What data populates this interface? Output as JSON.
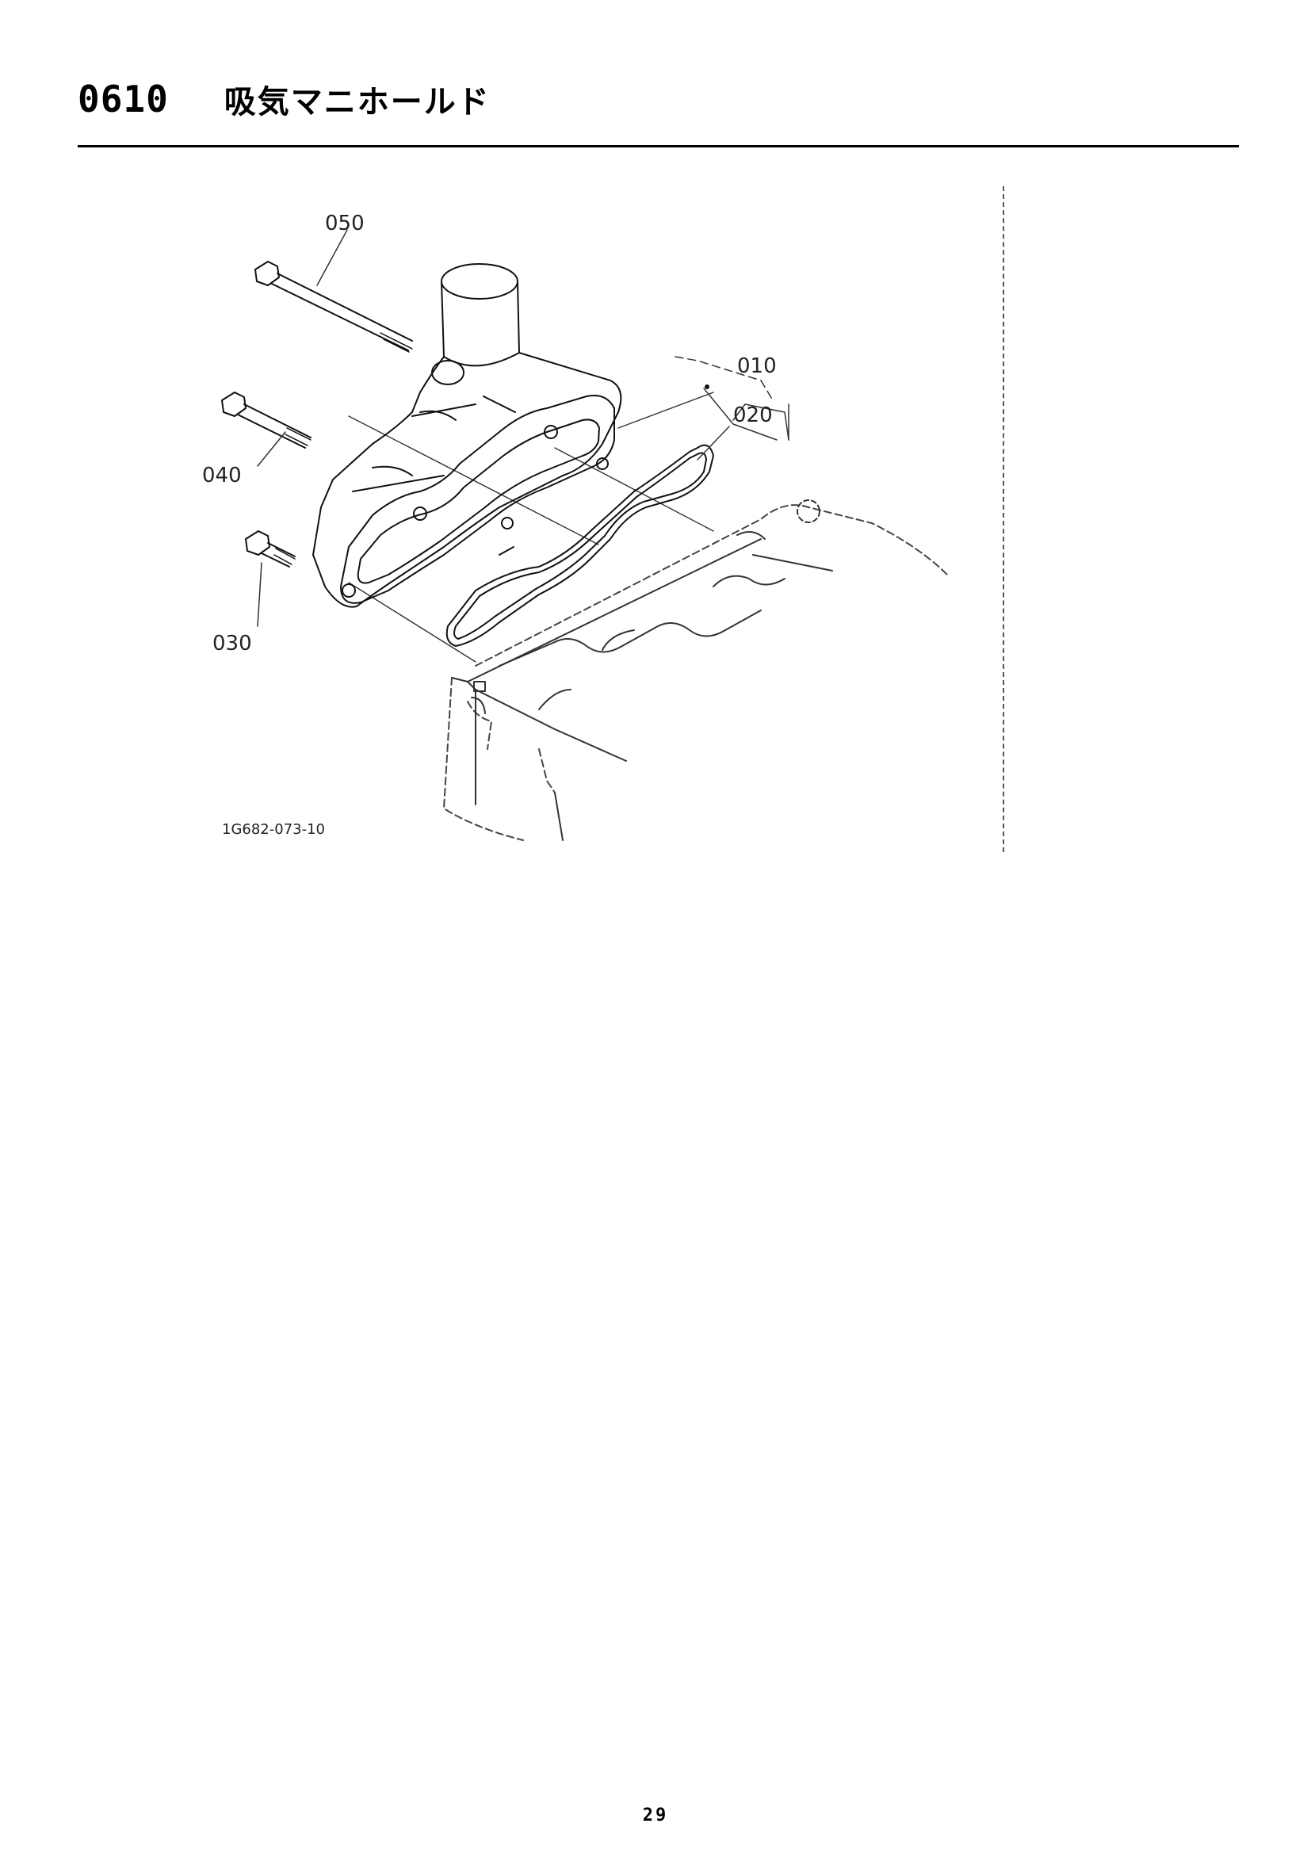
{
  "header": {
    "section_code": "0610",
    "section_title": "吸気マニホールド"
  },
  "diagram": {
    "callouts": {
      "c010": "010",
      "c020": "020",
      "c030": "030",
      "c040": "040",
      "c050": "050"
    },
    "reference_number": "1G682-073-10"
  },
  "footer": {
    "page_number": "29"
  }
}
